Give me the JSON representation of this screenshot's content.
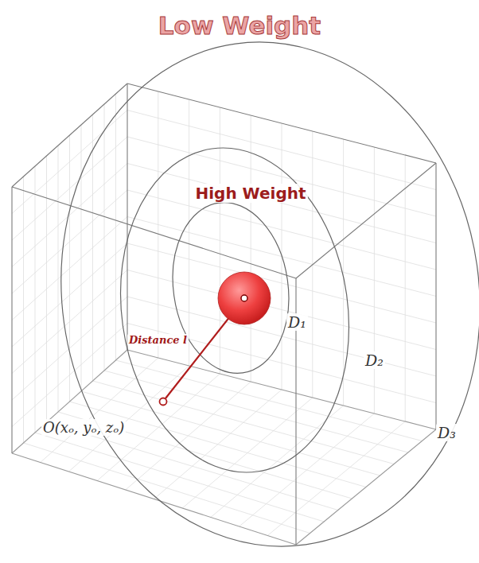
{
  "diagram": {
    "labels": [
      "Low Weight",
      "High Weight",
      "D₁",
      "D₂",
      "D₃",
      "Distance l",
      "O(xₒ, yₒ, zₒ)"
    ]
  }
}
